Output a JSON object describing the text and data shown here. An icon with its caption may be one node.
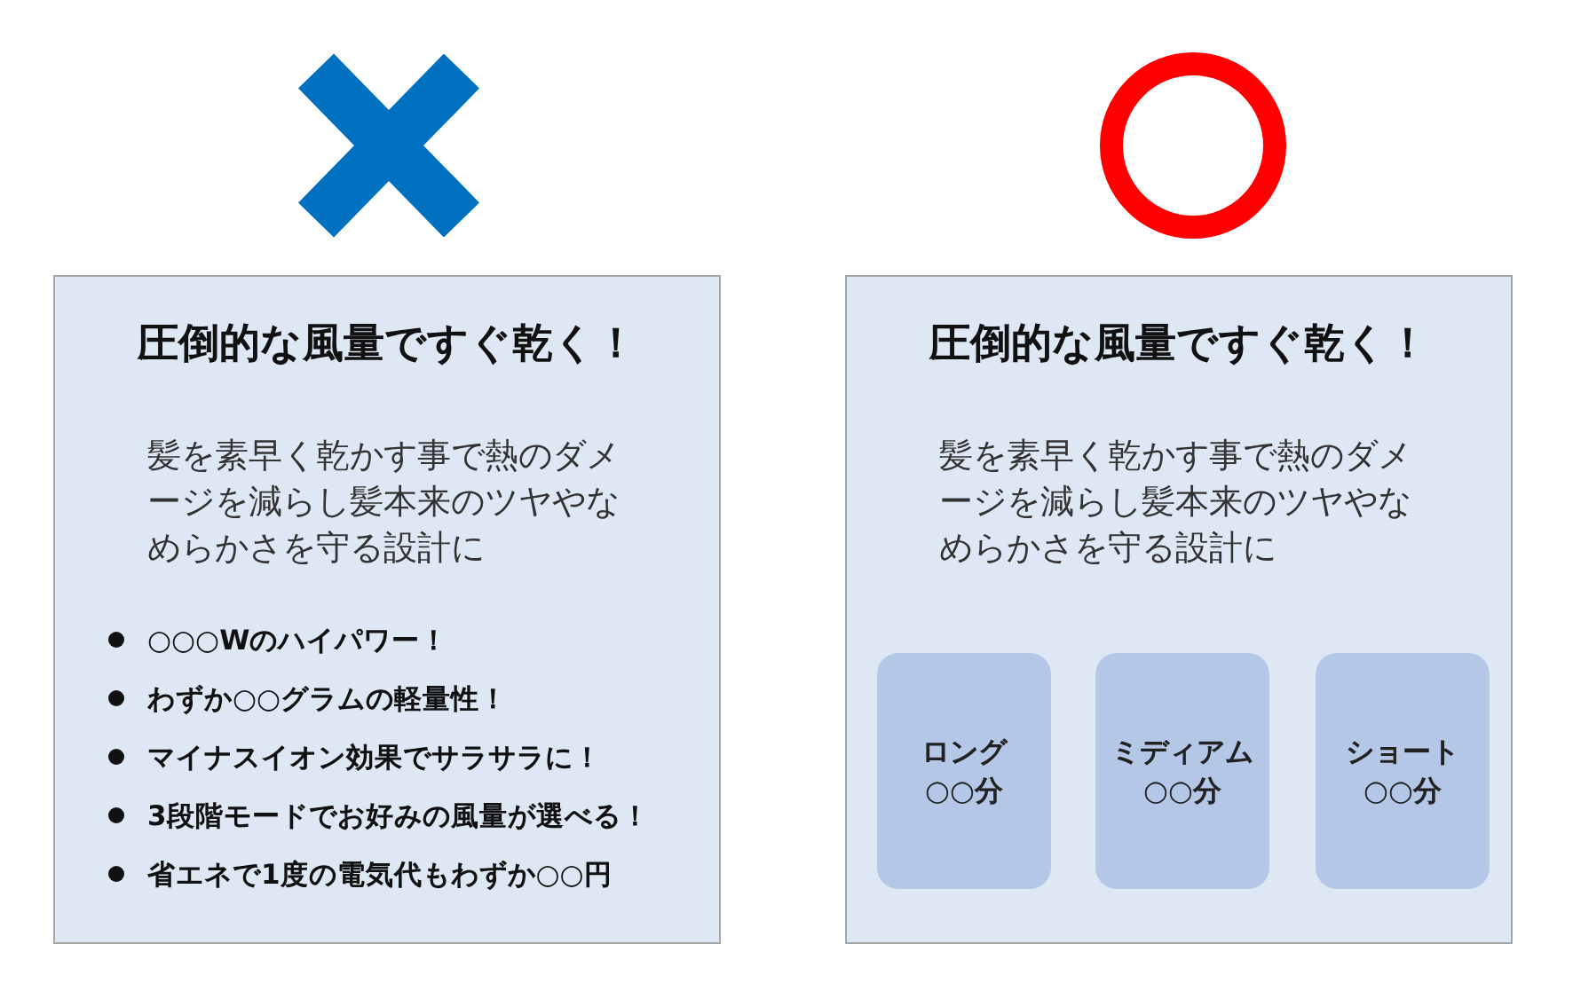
{
  "diagram": {
    "nodes": [
      {
        "text": [
          "圧倒的な風量ですぐ乾く！",
          "髪を素早く乾かす事で熱のダメージを減らし髪本来のツヤやなめらかさを守る設計に",
          "○○○Wのハイパワー！",
          "わずか○○グラムの軽量性！",
          "マイナスイオン効果でサラサラに！",
          "3段階モードでお好みの風量が選べる！",
          "省エネで1度の電気代もわずか○○円"
        ]
      },
      {
        "text": [
          "圧倒的な風量ですぐ乾く！",
          "髪を素早く乾かす事で熱のダメージを減らし髪本来のツヤやなめらかさを守る設計に"
        ]
      },
      {
        "text": [
          "ロング",
          "○○分"
        ],
        "in": 1
      },
      {
        "text": [
          "ミディアム",
          "○○分"
        ],
        "in": 1
      },
      {
        "text": [
          "ショート",
          "○○分"
        ],
        "in": 1
      }
    ],
    "edges": []
  }
}
